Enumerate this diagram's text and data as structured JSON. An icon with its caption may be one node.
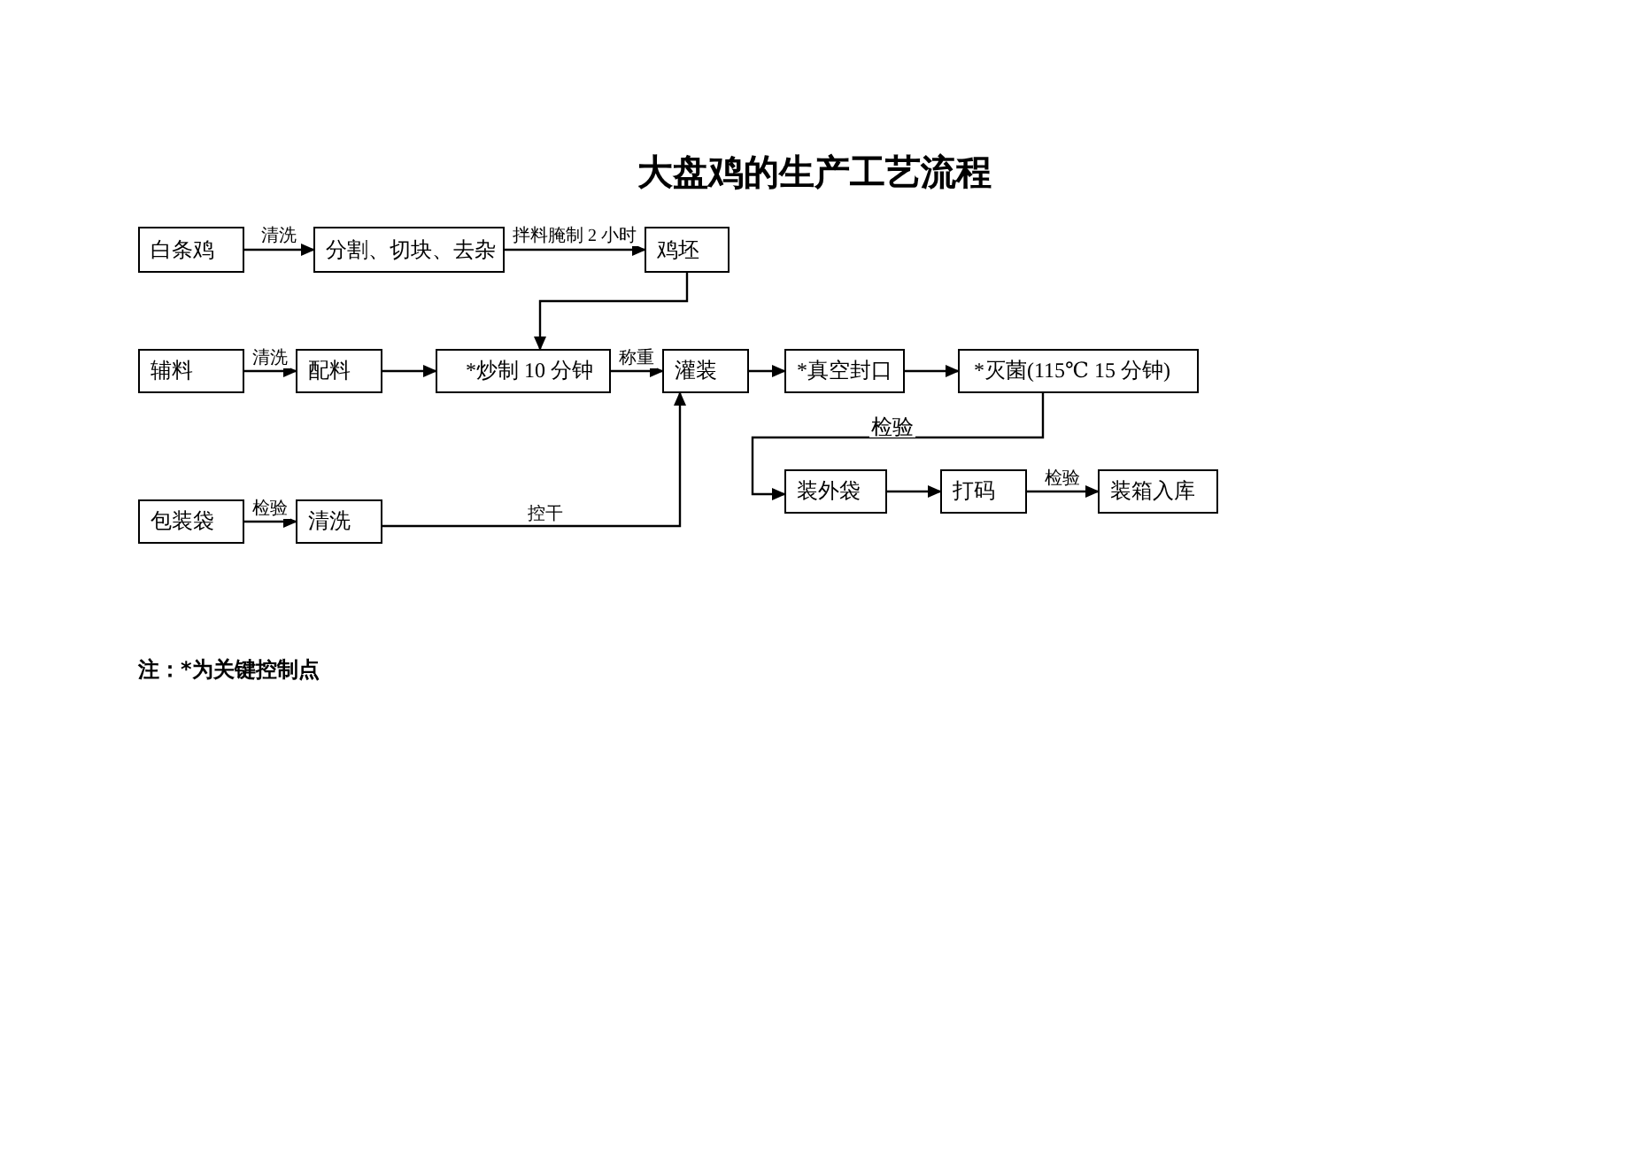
{
  "diagram": {
    "title": "大盘鸡的生产工艺流程",
    "nodes": [
      {
        "text": [
          "白条鸡"
        ]
      },
      {
        "text": [
          "分割、切块、去杂"
        ]
      },
      {
        "text": [
          "鸡坯"
        ]
      },
      {
        "text": [
          "辅料"
        ]
      },
      {
        "text": [
          "配料"
        ]
      },
      {
        "text": [
          "*炒制  10 分钟"
        ]
      },
      {
        "text": [
          "灌装"
        ]
      },
      {
        "text": [
          "*真空封口"
        ]
      },
      {
        "text": [
          "*灭菌(115℃  15 分钟)"
        ]
      },
      {
        "text": [
          "装外袋"
        ]
      },
      {
        "text": [
          "打码"
        ]
      },
      {
        "text": [
          "装箱入库"
        ]
      },
      {
        "text": [
          "包装袋"
        ]
      },
      {
        "text": [
          "清洗"
        ]
      }
    ],
    "edges": [
      {
        "from": 0,
        "to": 1,
        "arrow": "to",
        "label": "清洗"
      },
      {
        "from": 1,
        "to": 2,
        "arrow": "to",
        "label": "拌料腌制 2 小时"
      },
      {
        "from": 2,
        "to": 5,
        "arrow": "to"
      },
      {
        "from": 3,
        "to": 4,
        "arrow": "to",
        "label": "清洗"
      },
      {
        "from": 4,
        "to": 5,
        "arrow": "to"
      },
      {
        "from": 5,
        "to": 6,
        "arrow": "to",
        "label": "称重"
      },
      {
        "from": 6,
        "to": 7,
        "arrow": "to"
      },
      {
        "from": 7,
        "to": 8,
        "arrow": "to"
      },
      {
        "from": 8,
        "to": 9,
        "arrow": "to",
        "label": "检验"
      },
      {
        "from": 9,
        "to": 10,
        "arrow": "to"
      },
      {
        "from": 10,
        "to": 11,
        "arrow": "to",
        "label": "检验"
      },
      {
        "from": 12,
        "to": 13,
        "arrow": "to",
        "label": "检验"
      },
      {
        "from": 13,
        "to": 6,
        "arrow": "to",
        "label": "控干"
      }
    ],
    "labels": [
      "注：*为关键控制点"
    ]
  }
}
